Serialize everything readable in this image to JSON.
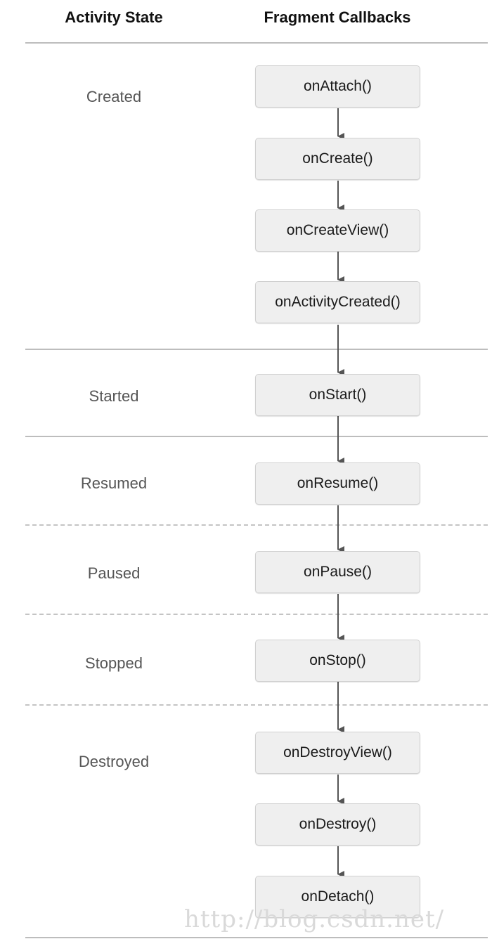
{
  "headers": {
    "activity_state": "Activity State",
    "fragment_callbacks": "Fragment Callbacks"
  },
  "states": [
    {
      "label": "Created"
    },
    {
      "label": "Started"
    },
    {
      "label": "Resumed"
    },
    {
      "label": "Paused"
    },
    {
      "label": "Stopped"
    },
    {
      "label": "Destroyed"
    }
  ],
  "callbacks": [
    {
      "label": "onAttach()"
    },
    {
      "label": "onCreate()"
    },
    {
      "label": "onCreateView()"
    },
    {
      "label": "onActivityCreated()"
    },
    {
      "label": "onStart()"
    },
    {
      "label": "onResume()"
    },
    {
      "label": "onPause()"
    },
    {
      "label": "onStop()"
    },
    {
      "label": "onDestroyView()"
    },
    {
      "label": "onDestroy()"
    },
    {
      "label": "onDetach()"
    }
  ],
  "watermark": "http://blog.csdn.net/",
  "colors": {
    "box_fill": "#efefef",
    "box_border": "#d0d0d0",
    "arrow": "#555555",
    "divider": "#bdbdbd"
  }
}
